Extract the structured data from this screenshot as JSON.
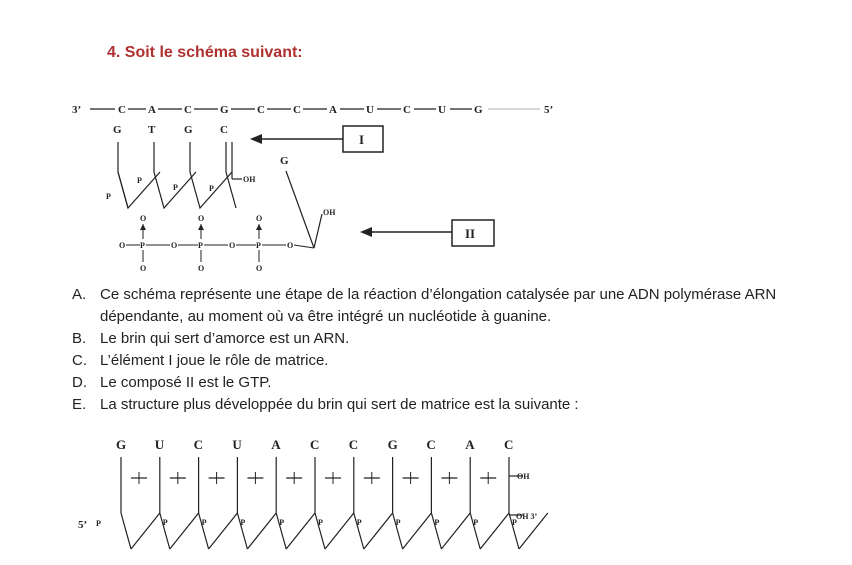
{
  "question": {
    "title": "4.  Soit le schéma suivant:"
  },
  "top_diagram": {
    "left_end": "3’",
    "right_end": "5’",
    "template_bases": [
      "C",
      "A",
      "C",
      "G",
      "C",
      "C",
      "A",
      "U",
      "C",
      "U",
      "G"
    ],
    "primer_bases": [
      "G",
      "T",
      "G",
      "C"
    ],
    "incoming_base": "G",
    "oh_label": "OH",
    "p_label": "P",
    "o_label": "O",
    "label_I": "I",
    "label_II": "II"
  },
  "options": [
    {
      "letter": "A.",
      "text": "Ce schéma représente une étape de la réaction d’élongation catalysée par une ADN polymérase ARN dépendante, au moment où va être intégré un nucléotide à guanine."
    },
    {
      "letter": "B.",
      "text": "Le brin qui sert d’amorce est un ARN."
    },
    {
      "letter": "C.",
      "text": "L’élément I joue le rôle de matrice."
    },
    {
      "letter": "D.",
      "text": "Le composé II est le GTP."
    },
    {
      "letter": "E.",
      "text": "La structure plus développée du brin qui sert de matrice est la suivante :"
    }
  ],
  "bottom_diagram": {
    "bases": [
      "G",
      "U",
      "C",
      "U",
      "A",
      "C",
      "C",
      "G",
      "C",
      "A",
      "C"
    ],
    "left_end": "5’",
    "p_label": "P",
    "oh_label": "OH",
    "oh3_label": "OH 3’"
  }
}
